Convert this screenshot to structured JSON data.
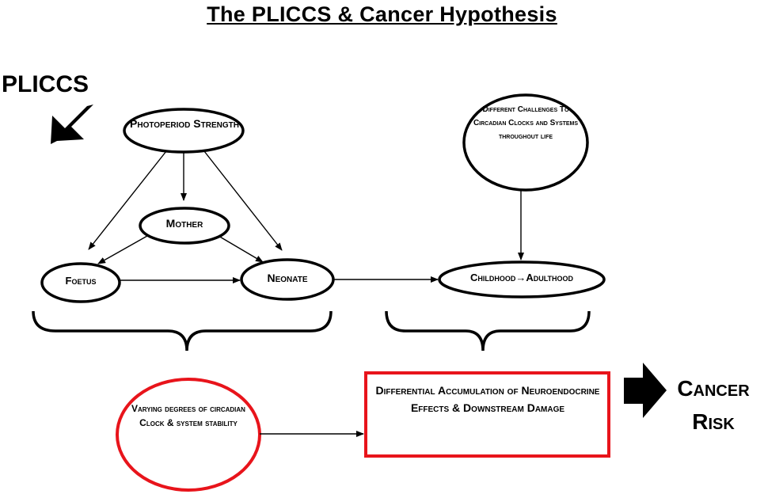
{
  "title": "The PLICCS & Cancer Hypothesis",
  "left_label": "PLICCS",
  "nodes": {
    "photoperiod": "Photoperiod Strength",
    "mother": "Mother",
    "foetus": "Foetus",
    "neonate": "Neonate",
    "childhood": "Childhood→Adulthood",
    "challenges": "Different Challenges To Circadian Clocks and Systems throughout life",
    "varying": "Varying degrees of circadian Clock & system stability",
    "differential": "Differential Accumulation of Neuroendocrine Effects & Downstream Damage",
    "cancer_risk": "Cancer Risk"
  },
  "colors": {
    "outline": "#000000",
    "highlight": "#e8141b",
    "background": "#ffffff"
  }
}
